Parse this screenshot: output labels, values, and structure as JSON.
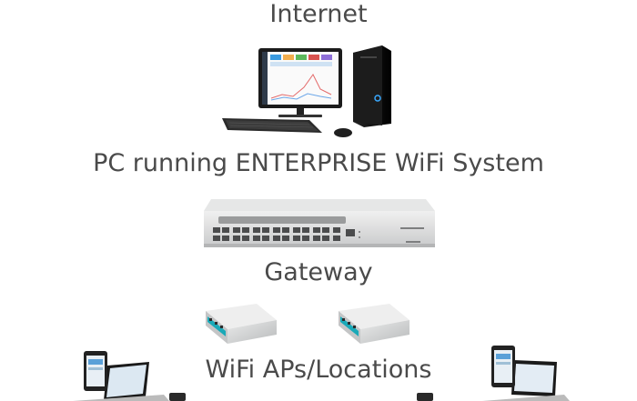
{
  "diagram": {
    "labels": {
      "internet": "Internet",
      "pc": "PC running ENTERPRISE WiFi System",
      "gateway": "Gateway",
      "aps": "WiFi APs/Locations"
    },
    "icons": {
      "monitor": "desktop-monitor-icon",
      "tower": "pc-tower-icon",
      "keyboard": "keyboard-icon",
      "mouse": "mouse-icon",
      "router": "rack-router-icon",
      "access_point": "access-point-icon",
      "devices": "client-devices-icon"
    },
    "colors": {
      "text": "#4a4a4a",
      "device_body": "#d9dadb",
      "port_accent": "#1aa9b8"
    }
  }
}
